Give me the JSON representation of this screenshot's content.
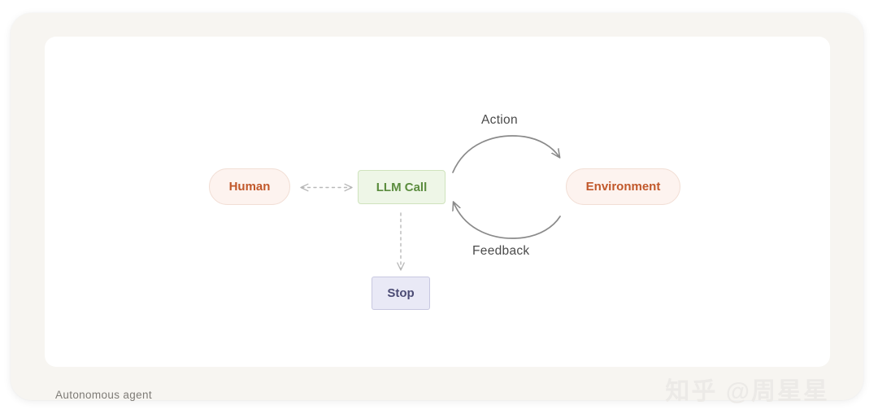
{
  "card": {
    "caption": "Autonomous agent",
    "watermark": "知乎 @周星星"
  },
  "diagram": {
    "title": "Autonomous agent",
    "type": "flow-diagram",
    "nodes": [
      {
        "id": "human",
        "label": "Human",
        "shape": "pill",
        "fill": "#fdf3ef",
        "stroke": "#f2dfd6",
        "text_color": "#c1582b"
      },
      {
        "id": "llm_call",
        "label": "LLM Call",
        "shape": "rectangle",
        "fill": "#eef6e7",
        "stroke": "#cfe3bd",
        "text_color": "#5b8c3e"
      },
      {
        "id": "environment",
        "label": "Environment",
        "shape": "pill",
        "fill": "#fdf3ef",
        "stroke": "#f2dfd6",
        "text_color": "#c1582b"
      },
      {
        "id": "stop",
        "label": "Stop",
        "shape": "rectangle",
        "fill": "#e9e9f6",
        "stroke": "#c8c8e0",
        "text_color": "#4b4b74"
      }
    ],
    "edges": [
      {
        "id": "human-llm",
        "from": "human",
        "to": "llm_call",
        "label": "",
        "style": "dashed",
        "direction": "bidirectional"
      },
      {
        "id": "action",
        "from": "llm_call",
        "to": "environment",
        "label": "Action",
        "style": "solid-arc",
        "direction": "forward"
      },
      {
        "id": "feedback",
        "from": "environment",
        "to": "llm_call",
        "label": "Feedback",
        "style": "solid-arc",
        "direction": "forward"
      },
      {
        "id": "llm-stop",
        "from": "llm_call",
        "to": "stop",
        "label": "",
        "style": "dashed",
        "direction": "forward"
      }
    ],
    "edge_color": "#8a8a8a",
    "dashed_edge_color": "#b9b9b9"
  }
}
